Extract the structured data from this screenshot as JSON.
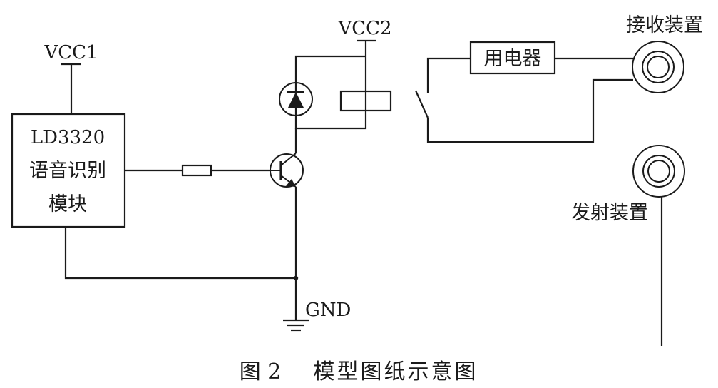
{
  "labels": {
    "vcc1": "VCC1",
    "vcc2": "VCC2",
    "gnd": "GND",
    "module_line1": "LD3320",
    "module_line2": "语音识别",
    "module_line3": "模块",
    "load": "用电器",
    "receiver": "接收装置",
    "transmitter": "发射装置"
  },
  "caption": {
    "figure_no": "图 2",
    "title": "模型图纸示意图"
  }
}
